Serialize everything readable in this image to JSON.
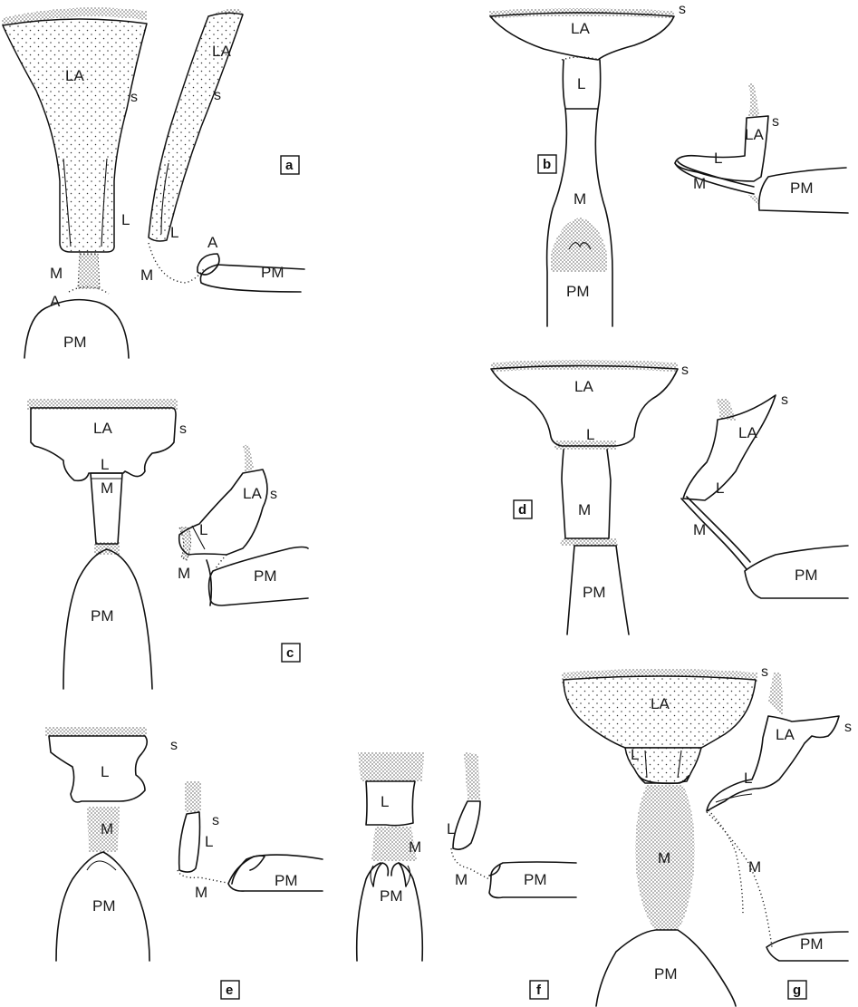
{
  "figure": {
    "panels": {
      "a": {
        "letter": "a",
        "labels": {
          "la_front": "LA",
          "s_front": "s",
          "l_front": "L",
          "m_front": "M",
          "a_front": "A",
          "pm_front": "PM",
          "la_side": "LA",
          "s_side": "s",
          "l_side": "L",
          "m_side": "M",
          "a_side": "A",
          "pm_side": "PM"
        }
      },
      "b": {
        "letter": "b",
        "labels": {
          "s_front": "s",
          "la_front": "LA",
          "l_front": "L",
          "m_front": "M",
          "pm_front": "PM",
          "s_side": "s",
          "la_side": "LA",
          "l_side": "L",
          "m_side": "M",
          "pm_side": "PM"
        }
      },
      "c": {
        "letter": "c",
        "labels": {
          "la_front": "LA",
          "s_front": "s",
          "l_front": "L",
          "m_front": "M",
          "pm_front": "PM",
          "la_side": "LA",
          "s_side": "s",
          "l_side": "L",
          "m_side": "M",
          "pm_side": "PM"
        }
      },
      "d": {
        "letter": "d",
        "labels": {
          "s_front": "s",
          "la_front": "LA",
          "l_front": "L",
          "m_front": "M",
          "pm_front": "PM",
          "s_side": "s",
          "la_side": "LA",
          "l_side": "L",
          "m_side": "M",
          "pm_side": "PM"
        }
      },
      "e": {
        "letter": "e",
        "labels": {
          "s_front": "s",
          "l_front": "L",
          "m_front": "M",
          "pm_front": "PM",
          "s_side": "s",
          "l_side": "L",
          "m_side": "M",
          "pm_side": "PM"
        }
      },
      "f": {
        "letter": "f",
        "labels": {
          "l_front": "L",
          "m_front": "M",
          "pm_front": "PM",
          "l_side": "L",
          "m_side": "M",
          "pm_side": "PM"
        }
      },
      "g": {
        "letter": "g",
        "labels": {
          "s_front": "s",
          "la_front": "LA",
          "l_front": "L",
          "m_front": "M",
          "pm_front": "PM",
          "s_side": "s",
          "la_side": "LA",
          "l_side": "L",
          "m_side": "M",
          "pm_side": "PM"
        }
      }
    }
  }
}
